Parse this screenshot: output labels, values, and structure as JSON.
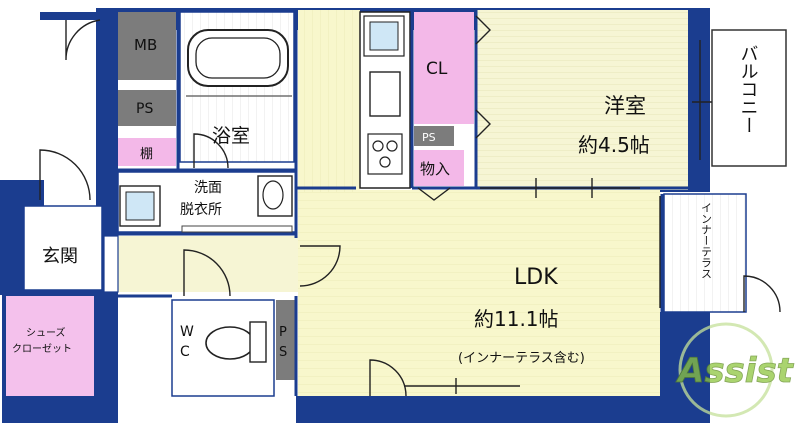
{
  "rooms": {
    "mb": "MB",
    "ps_upper": "PS",
    "shelf": "棚",
    "bath": "浴室",
    "washroom_line1": "洗面",
    "washroom_line2": "脱衣所",
    "entrance": "玄関",
    "shoe_closet_line1": "シューズ",
    "shoe_closet_line2": "クローゼット",
    "wc_w": "W",
    "wc_c": "C",
    "ps_lower_p": "P",
    "ps_lower_s": "S",
    "closet": "CL",
    "ps_kitchen": "PS",
    "storage": "物入",
    "western_room": "洋室",
    "western_room_size": "約4.5帖",
    "balcony": "バルコニー",
    "inner_terrace": "インナーテラス",
    "ldk": "LDK",
    "ldk_size": "約11.1帖",
    "ldk_note": "(インナーテラス含む)"
  },
  "logo": {
    "text": "Assist"
  },
  "colors": {
    "wall": "#1b3d8f",
    "ldk_floor": "#f8f7cc",
    "western_floor": "#f6f5d4",
    "wet_floor": "#ffffff",
    "mb_ps_gray": "#7c7c7c",
    "closet_pink": "#f3b8e8",
    "shoe_closet_pink": "#f4c1ec",
    "logo_green": "#8ec63f"
  }
}
